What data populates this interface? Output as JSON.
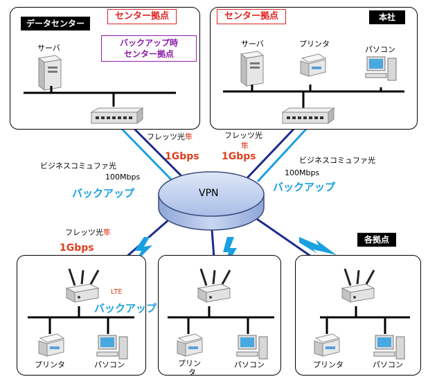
{
  "data_center": {
    "title": "データセンター",
    "center_tag": "センター拠点",
    "backup_tag_line1": "バックアップ時",
    "backup_tag_line2": "センター拠点",
    "server_label": "サーバ"
  },
  "hq": {
    "title": "本社",
    "center_tag": "センター拠点",
    "server_label": "サーバ",
    "printer_label": "プリンタ",
    "pc_label": "パソコン"
  },
  "branches": {
    "title": "各拠点",
    "branch1": {
      "printer_label": "プリンタ",
      "pc_label": "パソコン",
      "lte_label": "LTE"
    },
    "branch2": {
      "printer_label_line1": "プリン",
      "printer_label_line2": "タ",
      "pc_label": "パソコン"
    },
    "branch3": {
      "printer_label": "プリンタ",
      "pc_label": "パソコン"
    }
  },
  "vpn": {
    "label": "VPN"
  },
  "links": {
    "left_flets": "フレッツ光",
    "left_flets_suffix": "隼",
    "left_speed": "1Gbps",
    "right_flets": "フレッツ光",
    "right_flets_suffix": "隼",
    "right_speed": "1Gbps",
    "left_business": "ビジネスコミュファ光",
    "left_business_speed": "100Mbps",
    "left_backup": "バックアップ",
    "right_business": "ビジネスコミュファ光",
    "right_business_speed": "100Mbps",
    "right_backup": "バックアップ",
    "branch_flets": "フレッツ光",
    "branch_flets_suffix": "隼",
    "branch_speed": "1Gbps",
    "branch_backup": "バックアップ"
  },
  "colors": {
    "fiber_line": "#1c2a8c",
    "backup_line": "#1aa0e0",
    "accent_red": "#e02020",
    "accent_purple": "#8a1aa8",
    "vpn_fill": "#b8c8e8"
  },
  "icons": [
    "server-icon",
    "router-icon",
    "printer-icon",
    "pc-icon",
    "wireless-router-icon",
    "lightning-icon",
    "vpn-cloud-icon"
  ]
}
